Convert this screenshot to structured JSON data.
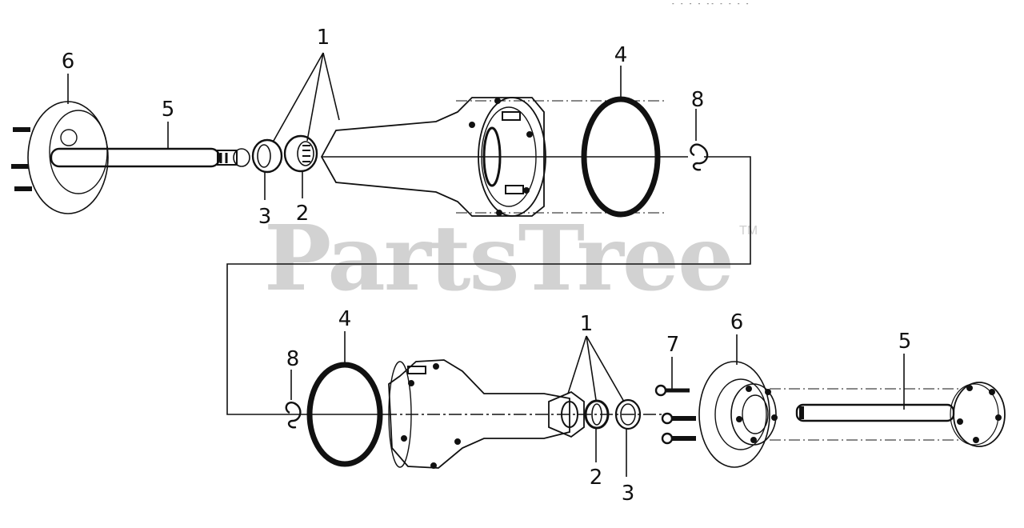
{
  "header": {
    "marks": "- - - -   -- - - - -"
  },
  "watermark": {
    "text": "PartsTree",
    "trademark": "TM"
  },
  "callouts": {
    "top": {
      "c1": "1",
      "c2": "2",
      "c3": "3",
      "c4": "4",
      "c5": "5",
      "c6": "6",
      "c8": "8"
    },
    "bottom": {
      "c1": "1",
      "c2": "2",
      "c3": "3",
      "c4": "4",
      "c5": "5",
      "c6": "6",
      "c7": "7",
      "c8": "8"
    }
  },
  "parts": [
    {
      "ref": "1",
      "name": "axle housing with bearings"
    },
    {
      "ref": "2",
      "name": "bearing"
    },
    {
      "ref": "3",
      "name": "seal"
    },
    {
      "ref": "4",
      "name": "gasket"
    },
    {
      "ref": "5",
      "name": "axle shaft"
    },
    {
      "ref": "6",
      "name": "hub / flange"
    },
    {
      "ref": "7",
      "name": "bolt"
    },
    {
      "ref": "8",
      "name": "retaining ring"
    }
  ]
}
